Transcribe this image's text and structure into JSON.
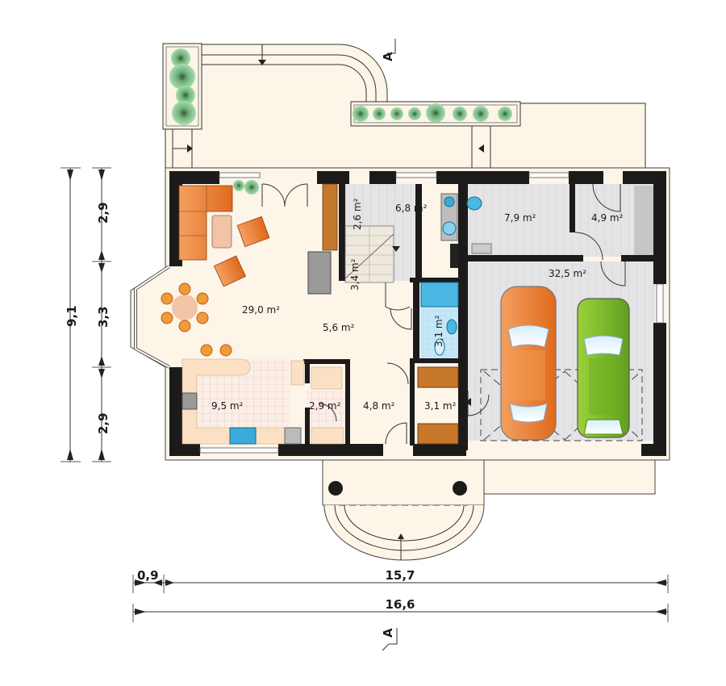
{
  "plan": {
    "type": "ground floor plan",
    "colors": {
      "floor_cream": "#fdf5e8",
      "wall": "#1c1a1a",
      "tile_grey": "#e6e6e6",
      "bathroom_blue": "#bfe6f5",
      "sofa_orange": "#e0782a",
      "car_orange": "#f08a3a",
      "car_green": "#7dbb2a",
      "plant_green": "#7cc08a"
    },
    "rooms": [
      {
        "id": "living-dining",
        "label": "29,0 m²",
        "area_m2": 29.0
      },
      {
        "id": "hall",
        "label": "5,6 m²",
        "area_m2": 5.6
      },
      {
        "id": "kitchen",
        "label": "9,5 m²",
        "area_m2": 9.5
      },
      {
        "id": "pantry",
        "label": "2,9 m²",
        "area_m2": 2.9
      },
      {
        "id": "vestibule",
        "label": "4,8 m²",
        "area_m2": 4.8
      },
      {
        "id": "wardrobe",
        "label": "3,1 m²",
        "area_m2": 3.1
      },
      {
        "id": "bathroom",
        "label": "3,1 m²",
        "area_m2": 3.1
      },
      {
        "id": "stair",
        "label": "3,4 m²",
        "area_m2": 3.4
      },
      {
        "id": "storage",
        "label": "2,6 m²",
        "area_m2": 2.6
      },
      {
        "id": "laundry",
        "label": "6,8 m²",
        "area_m2": 6.8
      },
      {
        "id": "boiler-room",
        "label": "7,9 m²",
        "area_m2": 7.9
      },
      {
        "id": "utility",
        "label": "4,9 m²",
        "area_m2": 4.9
      },
      {
        "id": "garage",
        "label": "32,5 m²",
        "area_m2": 32.5
      }
    ],
    "dimensions": {
      "vertical": {
        "total": "9,1",
        "segments": [
          "2,9",
          "3,3",
          "2,9"
        ]
      },
      "horizontal": {
        "offset": "0,9",
        "main": "15,7",
        "total": "16,6"
      }
    },
    "section_marker": "A"
  }
}
